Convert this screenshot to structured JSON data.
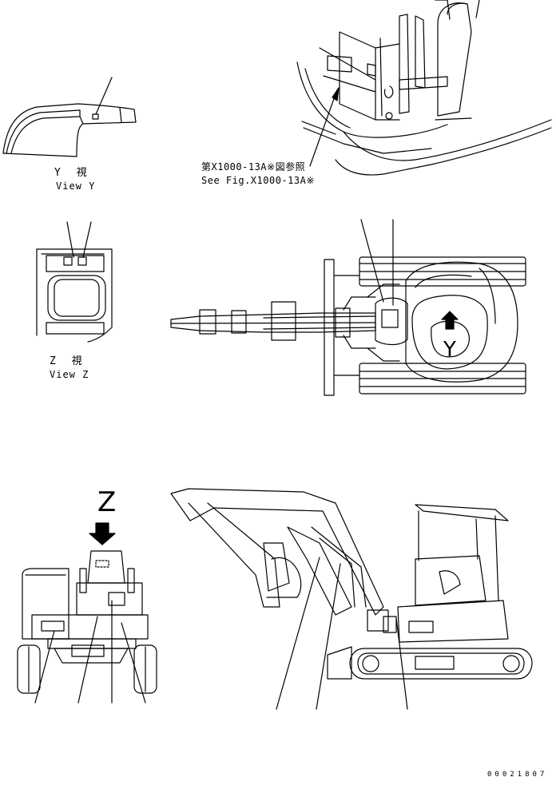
{
  "views": {
    "y_jp": "Y 視",
    "y_en": "View Y",
    "z_jp": "Z 視",
    "z_en": "View Z"
  },
  "reference": {
    "jp": "第X1000-13A※図参照",
    "en": "See Fig.X1000-13A※"
  },
  "z_arrow_label": "Z",
  "y_marker_label": "Y",
  "drawing_number": "00021807"
}
